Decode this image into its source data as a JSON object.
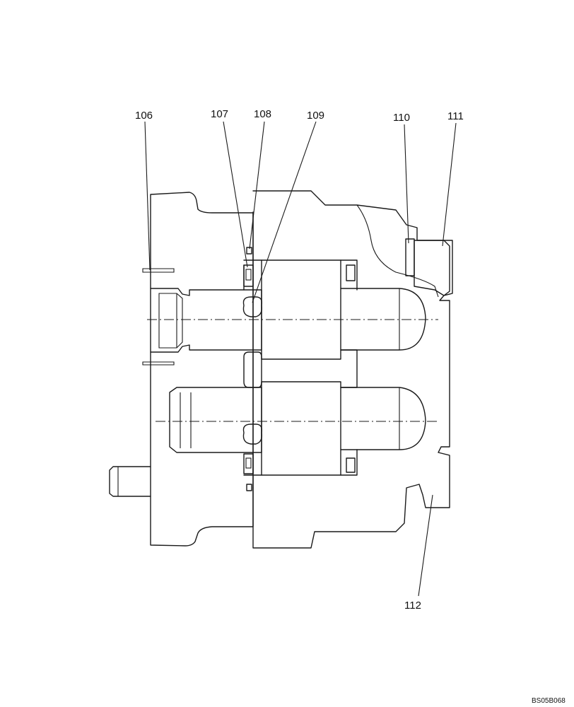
{
  "diagram": {
    "callouts": [
      {
        "id": "106",
        "text": "106"
      },
      {
        "id": "107",
        "text": "107"
      },
      {
        "id": "108",
        "text": "108"
      },
      {
        "id": "109",
        "text": "109"
      },
      {
        "id": "110",
        "text": "110"
      },
      {
        "id": "111",
        "text": "111"
      },
      {
        "id": "112",
        "text": "112"
      }
    ],
    "drawing_code": "BS05B068"
  }
}
